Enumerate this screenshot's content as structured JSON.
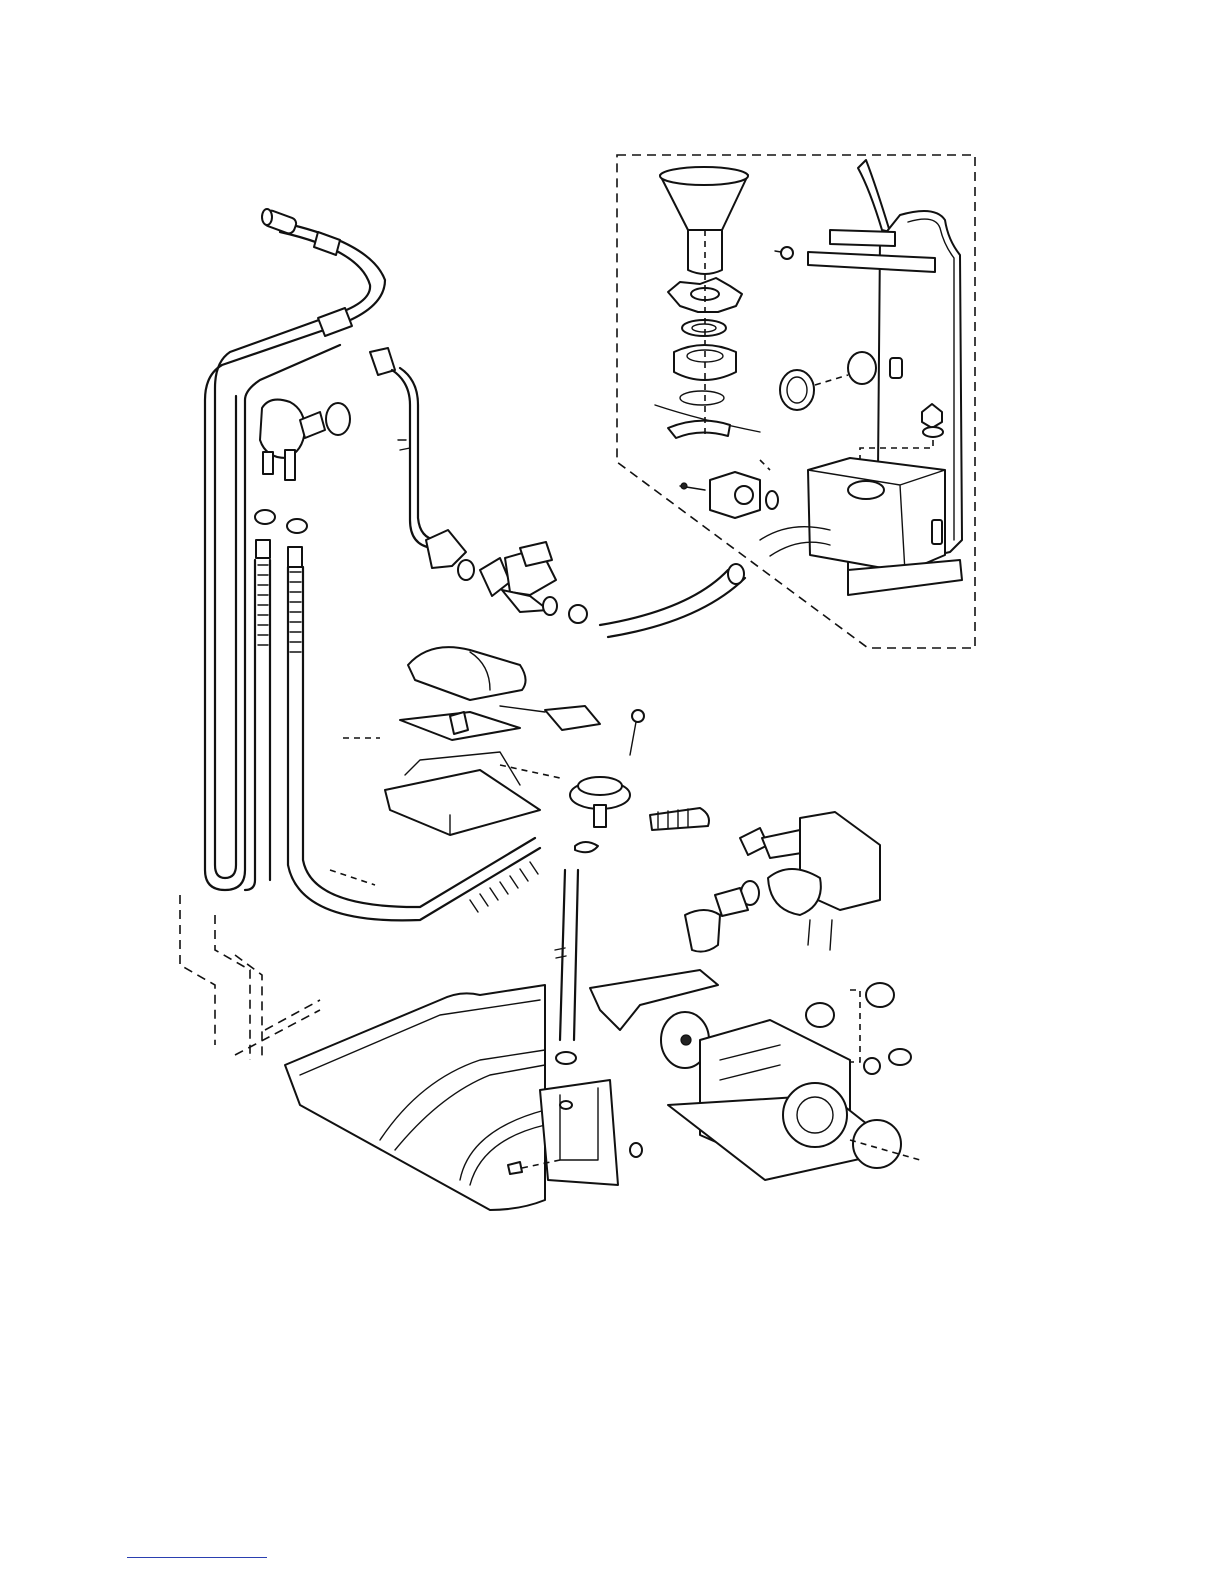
{
  "diagram": {
    "type": "exploded-parts-view",
    "line_color": "#111111",
    "background": "#ffffff",
    "footer_rule_color": "#2a3fb0"
  },
  "icons": {
    "drain_hose": "hose",
    "fill_valve": "solenoid-valve",
    "water_softener": "softener-tank",
    "pressure_switch": "pressure-switch",
    "pump_motor": "circulation-motor",
    "drain_pump": "drain-pump",
    "base_tray": "base-pan",
    "float_switch": "micro-switch"
  }
}
